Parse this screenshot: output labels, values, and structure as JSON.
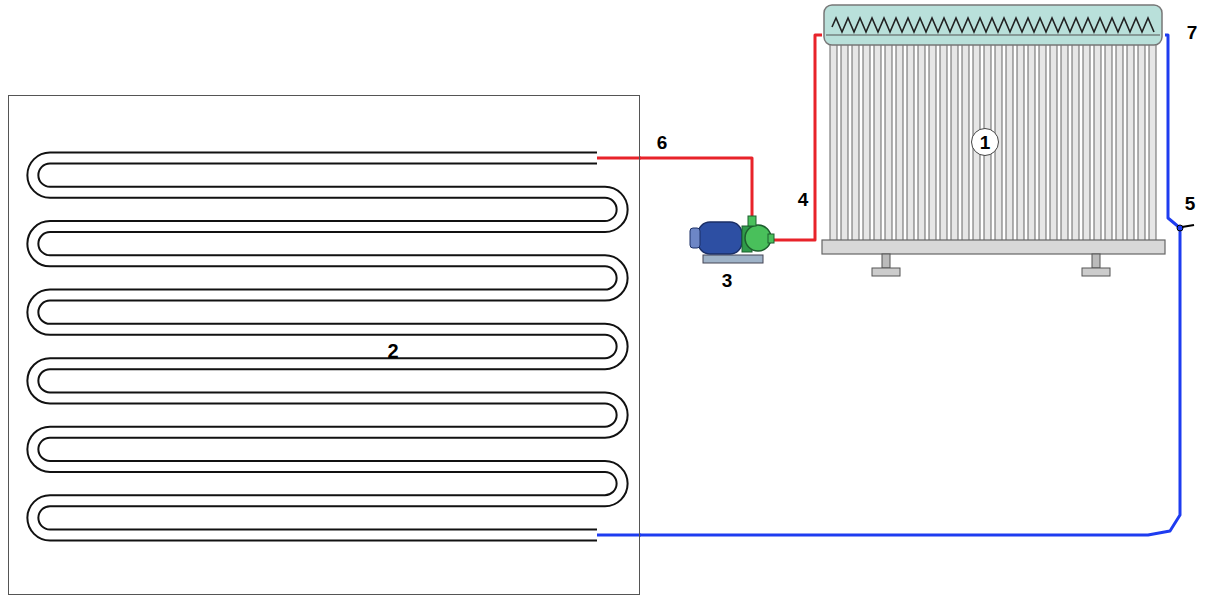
{
  "diagram": {
    "nodes": [
      {
        "text": [
          "2"
        ]
      },
      {
        "text": [
          "1"
        ]
      }
    ],
    "edges": [
      {
        "from": 0,
        "to": 1,
        "arrow": "none"
      },
      {
        "from": 1,
        "to": 0,
        "arrow": "none"
      }
    ],
    "labels": [
      "6",
      "4",
      "3",
      "7",
      "5"
    ]
  }
}
